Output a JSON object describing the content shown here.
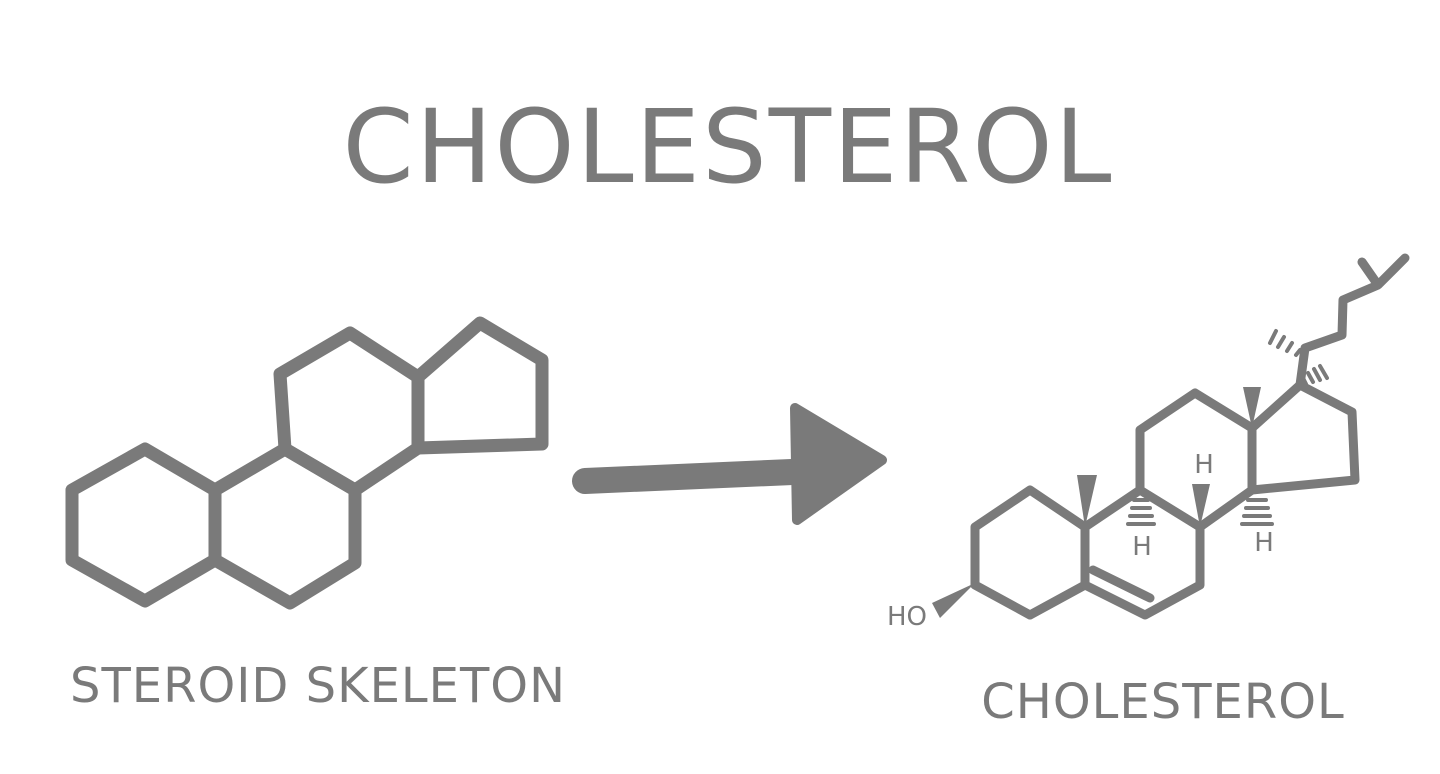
{
  "title": "CHOLESTEROL",
  "left_caption": "STEROID SKELETON",
  "right_caption": "CHOLESTEROL",
  "atom_labels": {
    "hydroxyl": "HO",
    "h_c8": "H",
    "h_c9": "H",
    "h_c14": "H"
  },
  "colors": {
    "ink": "#7a7a7a",
    "background": "#ffffff"
  }
}
